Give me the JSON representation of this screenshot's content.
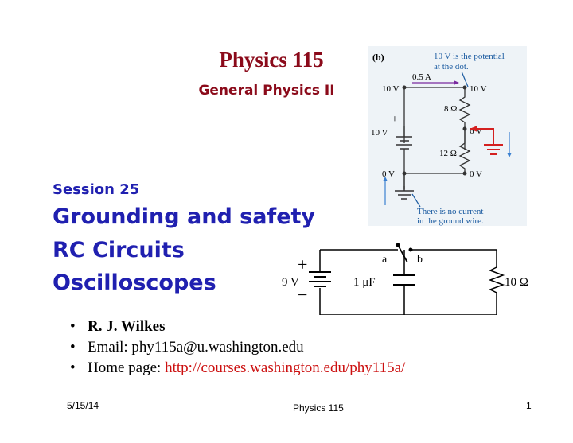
{
  "slide": {
    "title": "Physics 115",
    "subtitle": "General Physics II",
    "session": "Session 25",
    "topics": [
      "Grounding and safety",
      "RC Circuits",
      "Oscilloscopes"
    ],
    "bullets": [
      {
        "text": "R. J. Wilkes"
      },
      {
        "text": "Email: phy115a@u.washington.edu"
      },
      {
        "label": "Home page: ",
        "url": "http://courses.washington.edu/phy115a/"
      }
    ]
  },
  "figure_b": {
    "label": "(b)",
    "note_top_1": "10 V is the potential",
    "note_top_2": "at the dot.",
    "current": "0.5 A",
    "v_top_left": "10 V",
    "v_top_right": "10 V",
    "r1": "8 Ω",
    "battery_plus": "+",
    "battery_v": "10 V",
    "battery_minus": "−",
    "v_mid_right": "6 V",
    "r2": "12 Ω",
    "v_bot_left": "0 V",
    "v_bot_right": "0 V",
    "note_bot_1": "There is no current",
    "note_bot_2": "in the ground wire."
  },
  "figure_rc": {
    "switch_a": "a",
    "switch_b": "b",
    "plus": "+",
    "battery": "9 V",
    "minus": "−",
    "capacitor": "1 μF",
    "resistor": "10 Ω"
  },
  "footer": {
    "date": "5/15/14",
    "center": "Physics 115",
    "page": "1"
  },
  "colors": {
    "title": "#8b0a1a",
    "topics": "#2020b0",
    "url": "#cc1010",
    "figure_bg": "#eef3f7",
    "ground_red": "#d42020",
    "arrow_blue": "#3a7fd0"
  }
}
